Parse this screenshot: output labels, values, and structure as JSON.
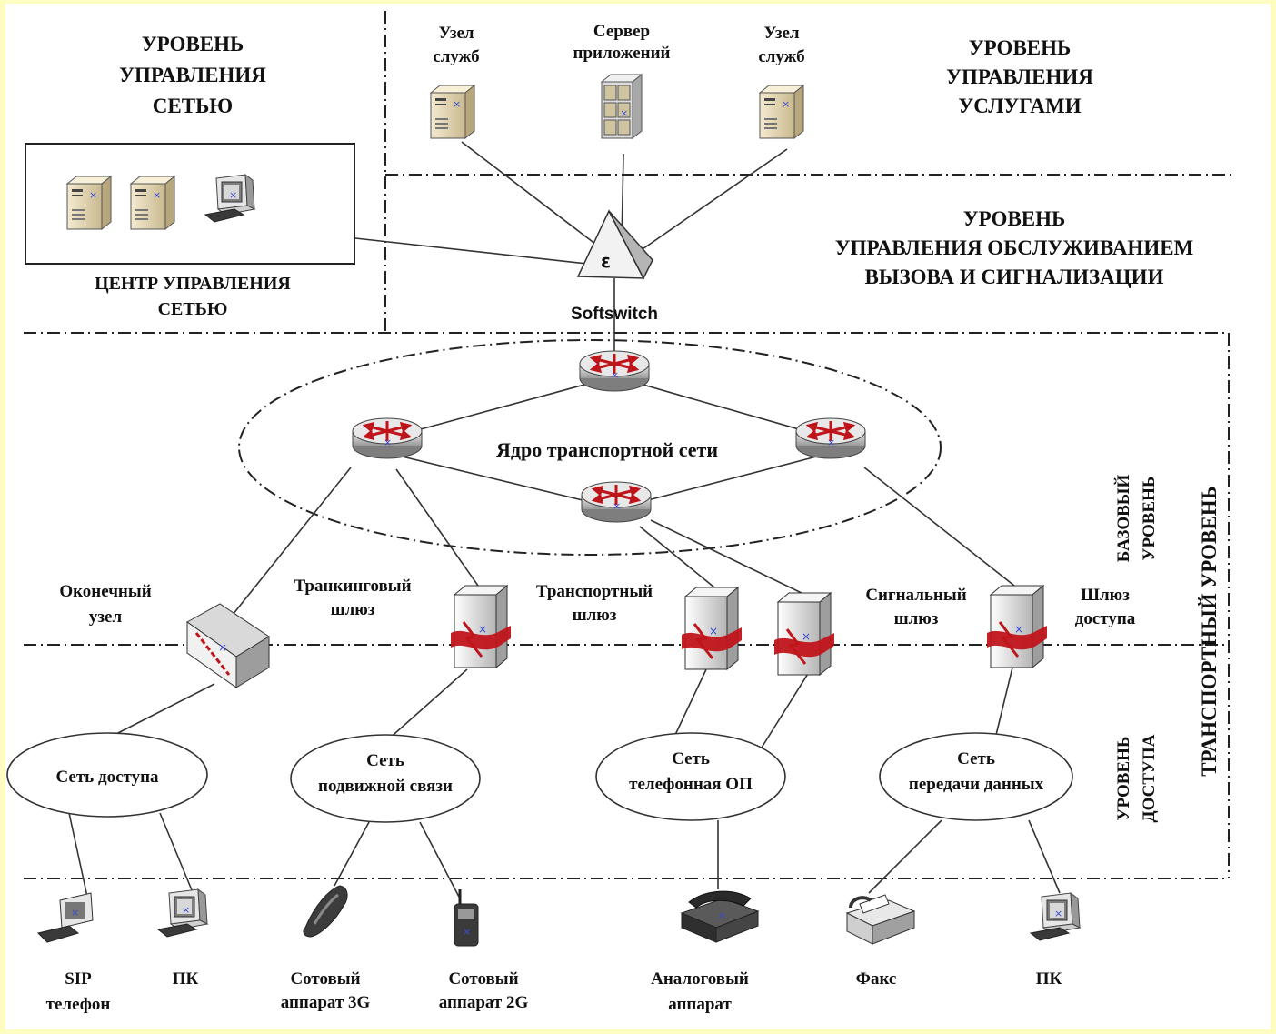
{
  "levels": {
    "network_mgmt": [
      "УРОВЕНЬ",
      "УПРАВЛЕНИЯ",
      "СЕТЬЮ"
    ],
    "service_mgmt": [
      "УРОВЕНЬ",
      "УПРАВЛЕНИЯ",
      "УСЛУГАМИ"
    ],
    "call_control": [
      "УРОВЕНЬ",
      "УПРАВЛЕНИЯ ОБСЛУЖИВАНИЕМ",
      "ВЫЗОВА И СИГНАЛИЗАЦИИ"
    ],
    "base": [
      "БАЗОВЫЙ",
      "УРОВЕНЬ"
    ],
    "access": [
      "УРОВЕНЬ",
      "ДОСТУПА"
    ],
    "transport": "ТРАНСПОРТНЫЙ УРОВЕНЬ"
  },
  "top_nodes": {
    "service_node_left": [
      "Узел",
      "служб"
    ],
    "app_server": [
      "Сервер",
      "приложений"
    ],
    "service_node_right": [
      "Узел",
      "служб"
    ]
  },
  "nmc": {
    "label": [
      "ЦЕНТР УПРАВЛЕНИЯ",
      "СЕТЬЮ"
    ]
  },
  "softswitch": {
    "label": "Softswitch",
    "glyph": "ε"
  },
  "core": {
    "label": "Ядро транспортной сети"
  },
  "gateways": {
    "terminal_node": [
      "Оконечный",
      "узел"
    ],
    "trunk_gw": [
      "Транкинговый",
      "шлюз"
    ],
    "transport_gw": [
      "Транспортный",
      "шлюз"
    ],
    "signal_gw": [
      "Сигнальный",
      "шлюз"
    ],
    "access_gw": [
      "Шлюз",
      "доступа"
    ]
  },
  "networks": {
    "access": [
      "Сеть доступа"
    ],
    "mobile": [
      "Сеть",
      "подвижной связи"
    ],
    "pstn": [
      "Сеть",
      "телефонная ОП"
    ],
    "data": [
      "Сеть",
      "передачи данных"
    ]
  },
  "terminals": {
    "sip": [
      "SIP",
      "телефон"
    ],
    "pc1": [
      "ПК"
    ],
    "cell3g": [
      "Сотовый",
      "аппарат 3G"
    ],
    "cell2g": [
      "Сотовый",
      "аппарат 2G"
    ],
    "analog": [
      "Аналоговый",
      "аппарат"
    ],
    "fax": [
      "Факс"
    ],
    "pc2": [
      "ПК"
    ]
  },
  "colors": {
    "background": "#fdfdc2",
    "server": "#e9dcb6",
    "router_arrow": "#c0141b",
    "line": "#333333"
  }
}
